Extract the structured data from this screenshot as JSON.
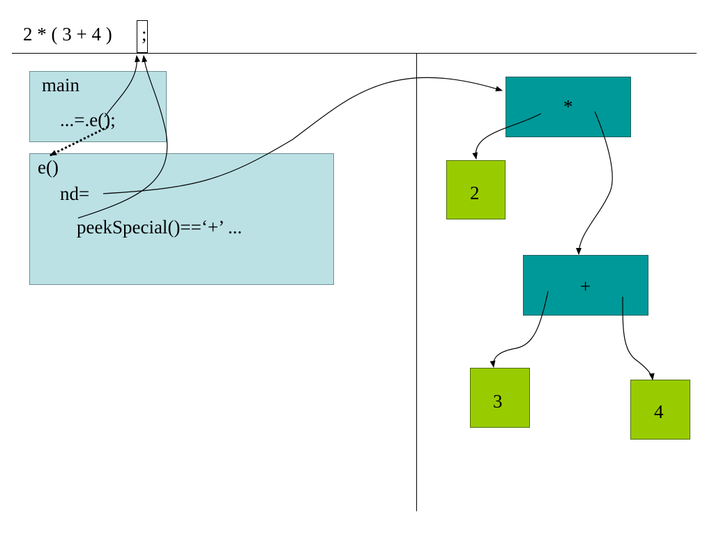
{
  "input": {
    "expression": "2 * ( 3 + 4 )",
    "terminator": ";"
  },
  "call_stack": {
    "main": {
      "title": "main",
      "line": "...=.e();"
    },
    "e": {
      "title": "e()",
      "line1": "nd=",
      "line2": "peekSpecial()==‘+’ ..."
    }
  },
  "tree": {
    "root": "*",
    "left": "2",
    "plus": "+",
    "plus_left": "3",
    "plus_right": "4"
  },
  "colors": {
    "stack_frame": "#bbe1e5",
    "operator_node": "#009999",
    "leaf_node": "#99cc00"
  }
}
